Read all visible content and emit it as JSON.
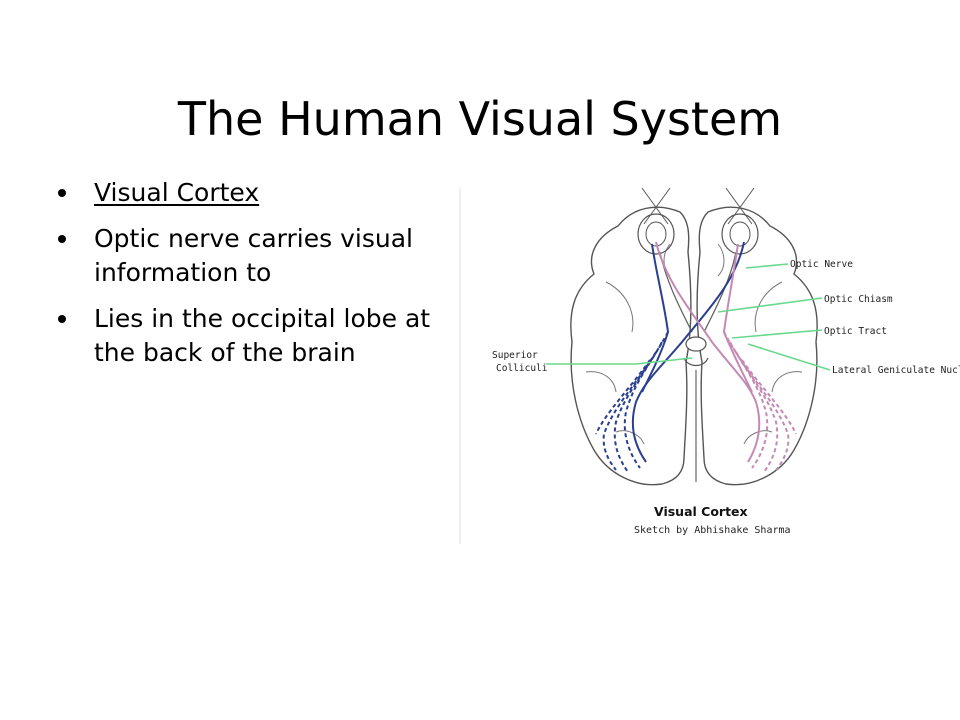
{
  "slide": {
    "title": "The Human Visual System",
    "bullets": [
      "Visual Cortex",
      "Optic nerve carries visual information to",
      "Lies in the occipital lobe at the back of the brain"
    ]
  },
  "figure": {
    "labels": {
      "optic_nerve": "Optic Nerve",
      "optic_chiasm": "Optic Chiasm",
      "optic_tract": "Optic Tract",
      "lateral_geniculate": "Lateral Geniculate Nucleus",
      "superior_line1": "Superior",
      "superior_line2": "Colliculi"
    },
    "caption_title": "Visual Cortex",
    "caption_sub": "Sketch by Abhishake Sharma",
    "colors": {
      "outline": "#555555",
      "left_pathway": "#2b3f8f",
      "right_pathway": "#c48ab5",
      "leader_lines": "#66d98a"
    }
  }
}
